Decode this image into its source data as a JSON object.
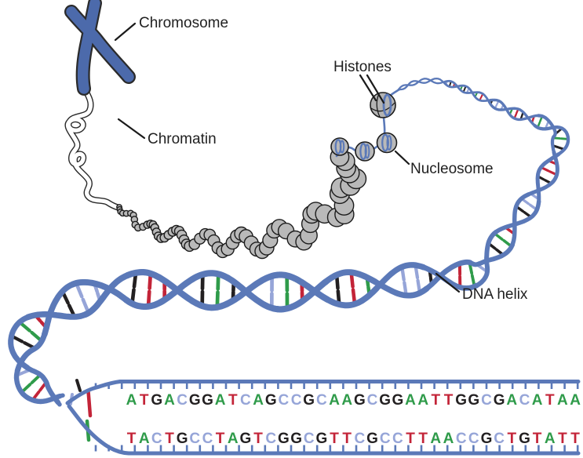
{
  "labels": {
    "chromosome": "Chromosome",
    "chromatin": "Chromatin",
    "histones": "Histones",
    "nucleosome": "Nucleosome",
    "dna_helix": "DNA helix"
  },
  "sequence": {
    "top_strand": "ATGACGGATCAGCCGCAAGCGGAATTGGCGACATAA",
    "bottom_strand": "TACTGCCTAGTCGGCGTTCGCCTTAACCGCTGTATT"
  },
  "base_colors": {
    "A": "#2f9b4a",
    "T": "#c32438",
    "G": "#232021",
    "C": "#96a5d8"
  },
  "colors": {
    "strand_blue": "#5b79b8",
    "chromosome_blue": "#4c6aab",
    "bead_gray": "#b9b9b9",
    "ball_gray": "#b3b3b3",
    "outline": "#1c1c1c",
    "coil_outline": "#2a2a2a",
    "background": "#ffffff"
  }
}
